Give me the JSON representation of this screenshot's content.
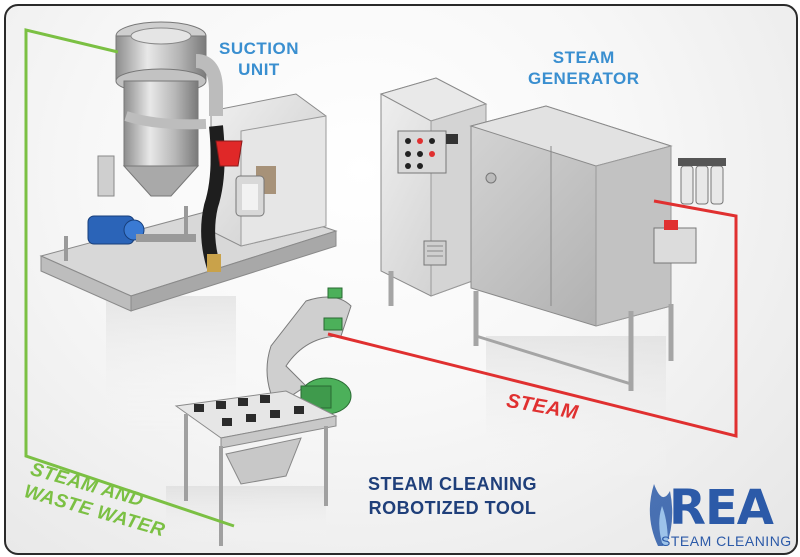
{
  "labels": {
    "suction_unit": [
      "SUCTION",
      "UNIT"
    ],
    "steam_generator": [
      "STEAM",
      "GENERATOR"
    ],
    "steam_waste": [
      "STEAM AND",
      "WASTE WATER"
    ],
    "steam": "STEAM",
    "tool": [
      "STEAM CLEANING",
      "ROBOTIZED TOOL"
    ]
  },
  "logo": {
    "main": "REA",
    "sub": "STEAM CLEANING"
  },
  "colors": {
    "green_line": "#7bc043",
    "red_line": "#e03030",
    "label_blue": "#3a8fd0",
    "label_navy": "#1f3f7a",
    "logo_blue": "#2c5aa8"
  }
}
